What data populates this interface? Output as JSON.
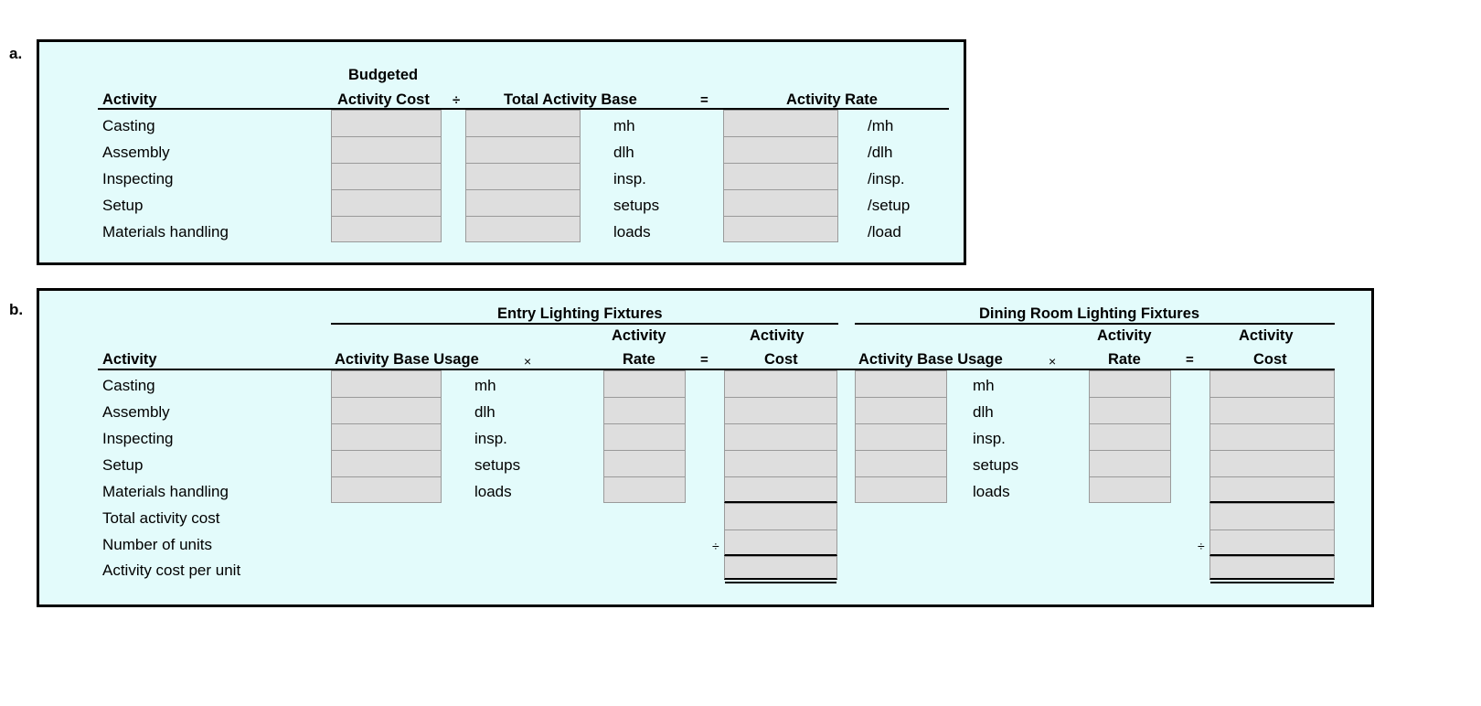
{
  "document": {
    "title": "Activity-Based Costing Worksheet",
    "background_color": "#ffffff",
    "panel_background_color": "#e3fbfb",
    "input_cell_color": "#dedede",
    "input_cell_border_color": "#9a9a9a",
    "rule_color": "#000000"
  },
  "sections": {
    "a": {
      "letter": "a.",
      "headers": {
        "activity": "Activity",
        "budgeted": "Budgeted",
        "activity_cost": "Activity Cost",
        "op_divide": "÷",
        "total_activity_base": "Total Activity Base",
        "op_equals": "=",
        "activity_rate": "Activity Rate"
      },
      "rows": [
        {
          "activity": "Casting",
          "base_unit": "mh",
          "rate_unit": "/mh"
        },
        {
          "activity": "Assembly",
          "base_unit": "dlh",
          "rate_unit": "/dlh"
        },
        {
          "activity": "Inspecting",
          "base_unit": "insp.",
          "rate_unit": "/insp."
        },
        {
          "activity": "Setup",
          "base_unit": "setups",
          "rate_unit": "/setup"
        },
        {
          "activity": "Materials handling",
          "base_unit": "loads",
          "rate_unit": "/load"
        }
      ],
      "input_columns": [
        "budgeted-activity-cost",
        "total-activity-base",
        "activity-rate"
      ]
    },
    "b": {
      "letter": "b.",
      "product_headers": {
        "entry": "Entry Lighting Fixtures",
        "dining": "Dining Room Lighting Fixtures"
      },
      "headers": {
        "activity": "Activity",
        "activity_base_usage": "Activity Base Usage",
        "op_multiply": "×",
        "activity_word": "Activity",
        "rate": "Rate",
        "op_equals": "=",
        "cost": "Cost",
        "op_divide": "÷"
      },
      "rows": [
        {
          "activity": "Casting",
          "unit": "mh"
        },
        {
          "activity": "Assembly",
          "unit": "dlh"
        },
        {
          "activity": "Inspecting",
          "unit": "insp."
        },
        {
          "activity": "Setup",
          "unit": "setups"
        },
        {
          "activity": "Materials handling",
          "unit": "loads"
        }
      ],
      "summary_rows": [
        {
          "label": "Total activity cost"
        },
        {
          "label": "Number of units"
        },
        {
          "label": "Activity cost per unit"
        }
      ],
      "input_columns": [
        "entry-activity-base-usage",
        "entry-activity-rate",
        "entry-activity-cost",
        "dining-activity-base-usage",
        "dining-activity-rate",
        "dining-activity-cost"
      ]
    }
  }
}
